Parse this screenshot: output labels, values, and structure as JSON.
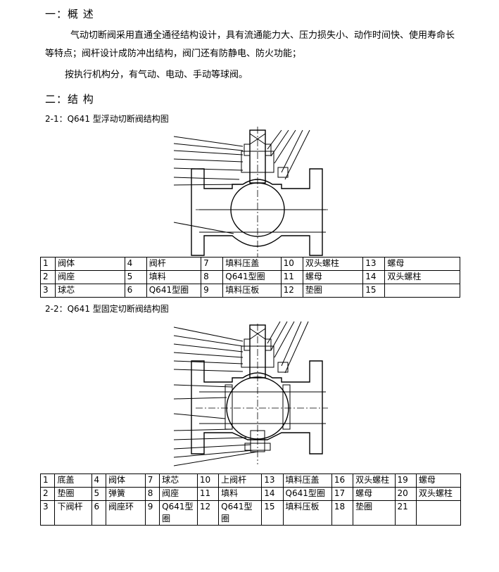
{
  "sections": {
    "overview_heading": "一：概 述",
    "overview_p1": "气动切断阀采用直通全通径结构设计，具有流通能力大、压力损失小、动作时间快、使用寿命长等特点；阀杆设计成防冲出结构，阀门还有防静电、防火功能；",
    "overview_p2": "按执行机构分，有气动、电动、手动等球阀。",
    "structure_heading": "二：结 构"
  },
  "figure1": {
    "caption": "2-1：Q641 型浮动切断阀结构图",
    "rows": [
      [
        "1",
        "阀体",
        "4",
        "阀杆",
        "7",
        "填料压盖",
        "10",
        "双头螺柱",
        "13",
        "螺母"
      ],
      [
        "2",
        "阀座",
        "5",
        "填料",
        "8",
        "Q641型圈",
        "11",
        "螺母",
        "14",
        "双头螺柱"
      ],
      [
        "3",
        "球芯",
        "6",
        "Q641型圈",
        "9",
        "填料压板",
        "12",
        "垫圈",
        "15",
        ""
      ]
    ]
  },
  "figure2": {
    "caption": "2-2：Q641 型固定切断阀结构图",
    "rows": [
      [
        "1",
        "底盖",
        "4",
        "阀体",
        "7",
        "球芯",
        "10",
        "上阀杆",
        "13",
        "填料压盖",
        "16",
        "双头螺柱",
        "19",
        "螺母"
      ],
      [
        "2",
        "垫圈",
        "5",
        "弹簧",
        "8",
        "阀座",
        "11",
        "填料",
        "14",
        "Q641型圈",
        "17",
        "螺母",
        "20",
        "双头螺柱"
      ],
      [
        "3",
        "下阀杆",
        "6",
        "阀座环",
        "9",
        "Q641型圈",
        "12",
        "Q641型圈",
        "15",
        "填料压板",
        "18",
        "垫圈",
        "21",
        ""
      ]
    ]
  }
}
